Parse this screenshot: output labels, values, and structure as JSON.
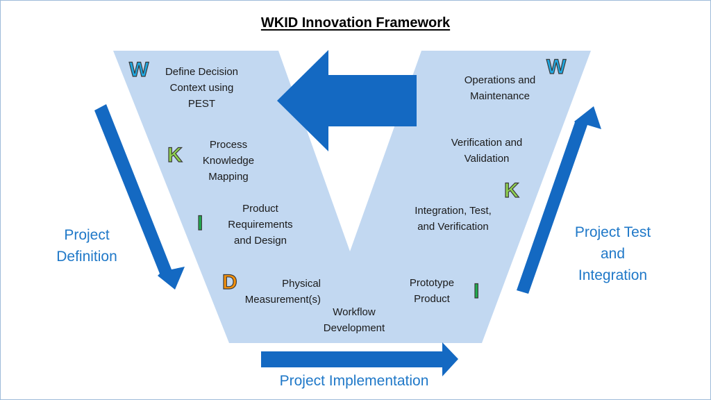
{
  "title": "WKID Innovation Framework",
  "colors": {
    "v_shape_fill": "#c2d8f1",
    "arrow_fill": "#1469c2",
    "label_blue": "#1f78c8",
    "letter_w": "#1fa7e0",
    "letter_k": "#8fd14f",
    "letter_i": "#1fad4e",
    "letter_d": "#f5900a"
  },
  "left_arm": {
    "steps": [
      {
        "letter": "W",
        "text": "Define Decision\nContext using\nPEST"
      },
      {
        "letter": "K",
        "text": "Process\nKnowledge\nMapping"
      },
      {
        "letter": "I",
        "text": "Product\nRequirements\nand Design"
      },
      {
        "letter": "D",
        "text": "Physical\nMeasurement(s)"
      }
    ]
  },
  "bottom": {
    "text": "Workflow\nDevelopment"
  },
  "right_arm": {
    "steps": [
      {
        "letter": "W",
        "text": "Operations and\nMaintenance"
      },
      {
        "letter": "",
        "text": "Verification and\nValidation"
      },
      {
        "letter": "K",
        "text": "Integration, Test,\nand Verification"
      },
      {
        "letter": "I",
        "text": "Prototype\nProduct"
      }
    ]
  },
  "phases": {
    "left": "Project\nDefinition",
    "bottom": "Project Implementation",
    "right": "Project Test\nand\nIntegration"
  },
  "arrows": {
    "top": "feedback-arrow-left",
    "left": "arrow-down-right",
    "bottom": "arrow-right",
    "right": "arrow-up-right"
  }
}
